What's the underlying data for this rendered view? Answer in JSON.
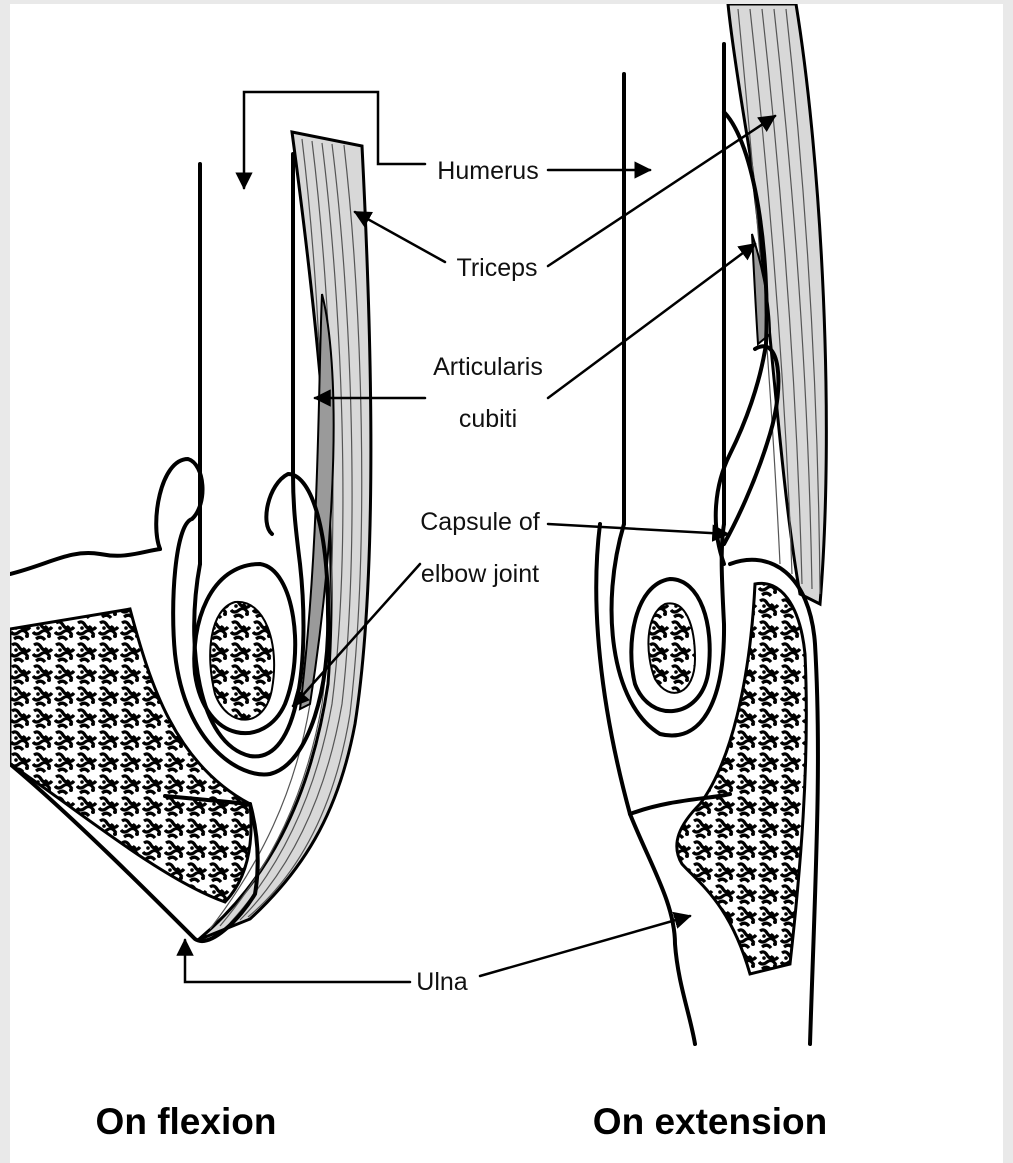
{
  "labels": {
    "humerus": "Humerus",
    "triceps": "Triceps",
    "articularis_line1": "Articularis",
    "articularis_line2": "cubiti",
    "capsule_line1": "Capsule of",
    "capsule_line2": "elbow joint",
    "ulna": "Ulna"
  },
  "captions": {
    "flexion": "On flexion",
    "extension": "On extension"
  },
  "colors": {
    "ink": "#000000",
    "muscle_fill": "#d4d4d4",
    "background": "#ffffff",
    "frame": "#e9e9e9"
  }
}
